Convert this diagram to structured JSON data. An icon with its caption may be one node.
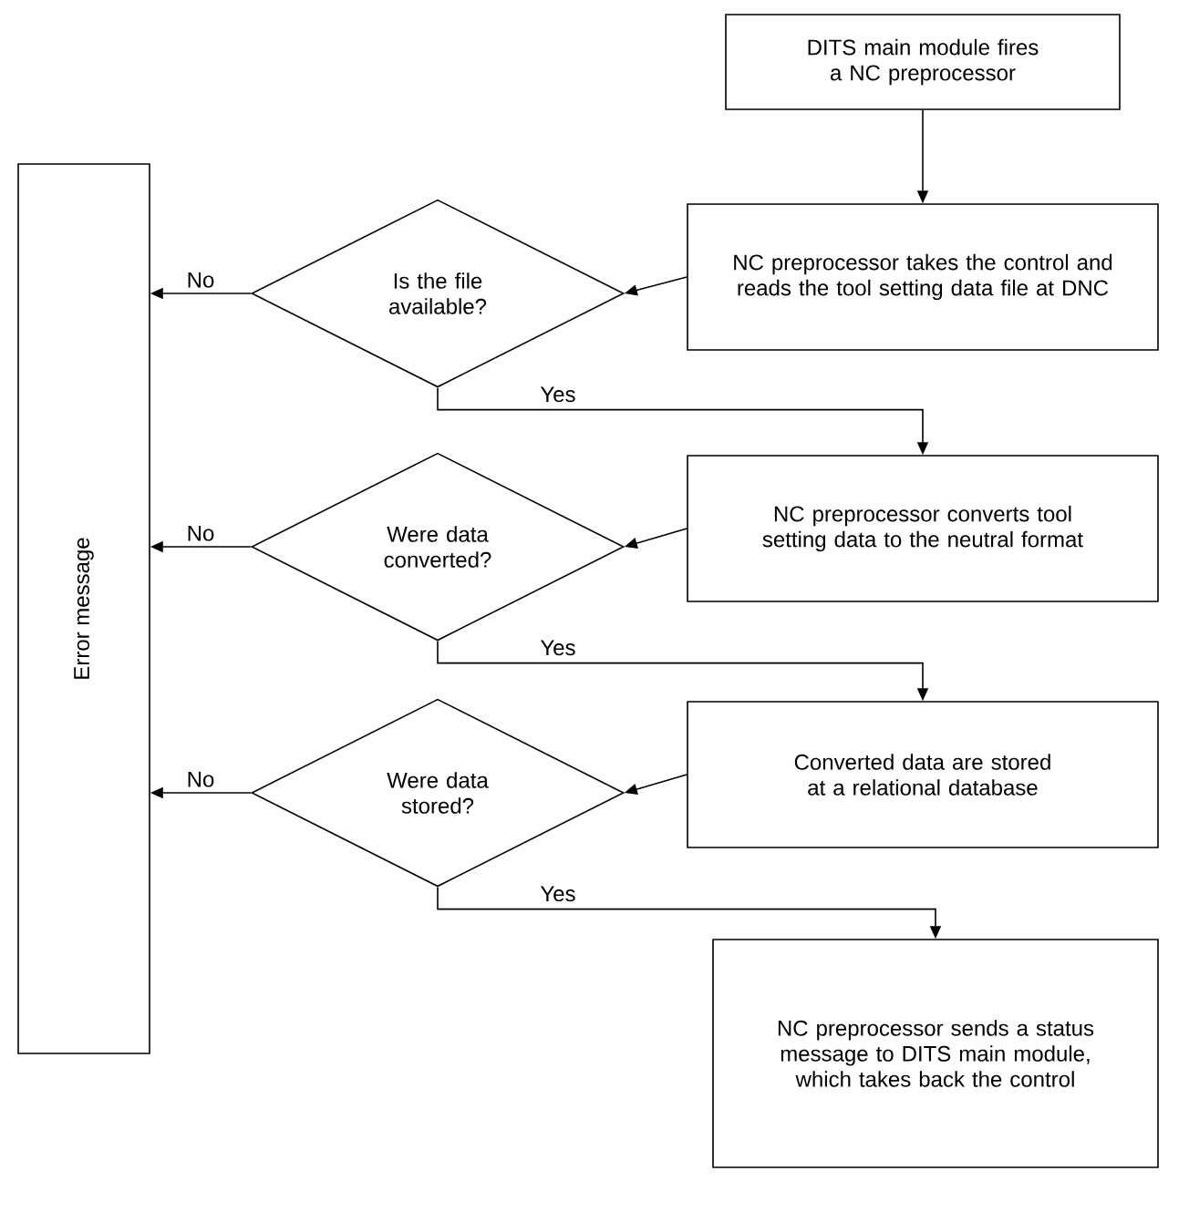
{
  "diagram": {
    "nodes": [
      {
        "text": [
          "DITS main module fires a NC preprocessor"
        ]
      },
      {
        "text": [
          "Error message"
        ]
      },
      {
        "text": [
          "Is the file available?"
        ]
      },
      {
        "text": [
          "NC preprocessor takes the control and reads the tool setting data file at DNC"
        ]
      },
      {
        "text": [
          "Were data converted?"
        ]
      },
      {
        "text": [
          "NC preprocessor converts tool setting data to the neutral format"
        ]
      },
      {
        "text": [
          "Were data stored?"
        ]
      },
      {
        "text": [
          "Converted data are stored at a relational database"
        ]
      },
      {
        "text": [
          "NC preprocessor sends a status message to DITS main module, which takes back the control"
        ]
      }
    ],
    "edges": [
      {
        "from": 0,
        "to": 3,
        "arrow": "to"
      },
      {
        "from": 3,
        "to": 2,
        "arrow": "to"
      },
      {
        "from": 2,
        "to": 1,
        "arrow": "to",
        "label": "No"
      },
      {
        "from": 2,
        "to": 5,
        "arrow": "to",
        "label": "Yes"
      },
      {
        "from": 5,
        "to": 4,
        "arrow": "to"
      },
      {
        "from": 4,
        "to": 1,
        "arrow": "to",
        "label": "No"
      },
      {
        "from": 4,
        "to": 7,
        "arrow": "to",
        "label": "Yes"
      },
      {
        "from": 7,
        "to": 6,
        "arrow": "to"
      },
      {
        "from": 6,
        "to": 1,
        "arrow": "to",
        "label": "No"
      },
      {
        "from": 6,
        "to": 8,
        "arrow": "to",
        "label": "Yes"
      }
    ]
  }
}
